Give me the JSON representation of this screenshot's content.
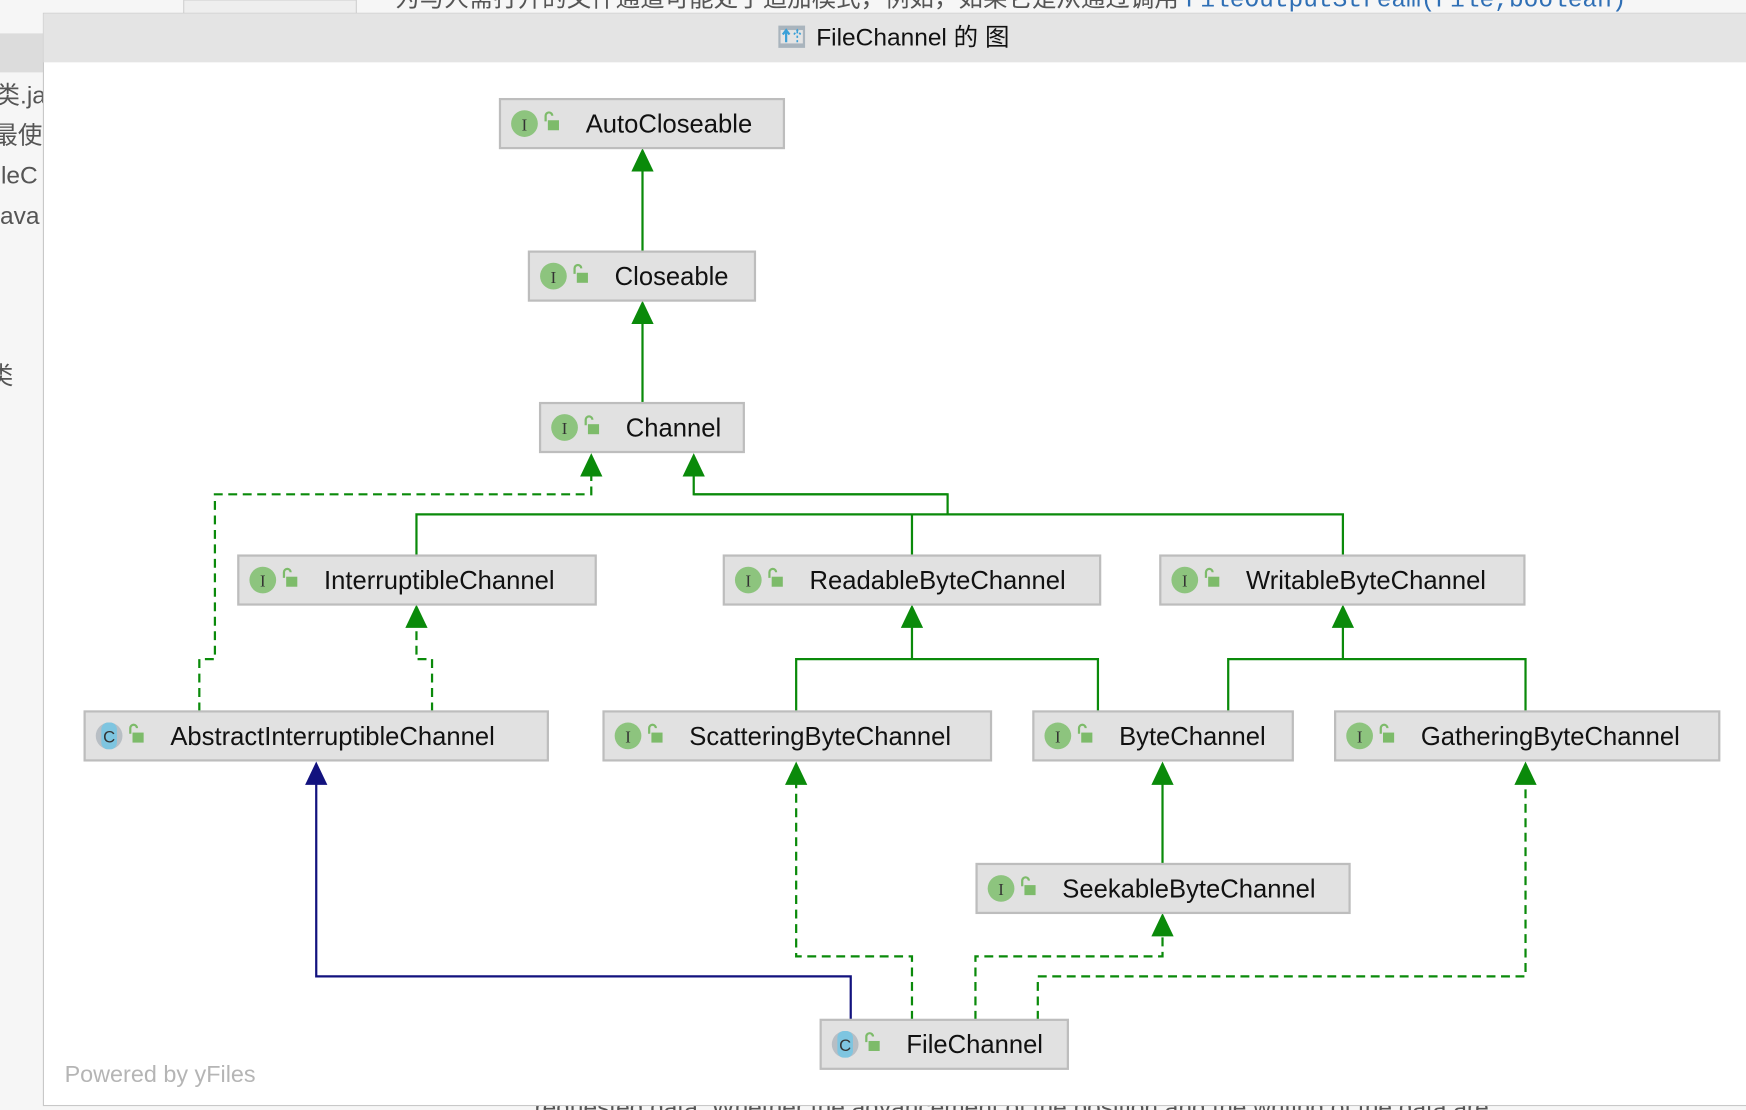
{
  "window": {
    "title": "FileChannel 的 图",
    "title_icon": "diagram-icon",
    "footer": "Powered by yFiles"
  },
  "background": {
    "top_text": "为与人需打开的文件通道可能处于追加模式，例如，如果它是从通过调用 ",
    "top_code": "FileOutputStream(File,boolean)",
    "bottom_text": "requested data. Whether the advancement of the position and the writing of the data are",
    "left_lines": [
      "类.jav",
      "最使用",
      "ileC",
      "ava",
      "类"
    ]
  },
  "colors": {
    "inheritance": "#0a8a0a",
    "class_extends": "#12127e",
    "node_fill": "#e1e1e1",
    "interface_badge": "#8dc47e",
    "class_badge": "#7ec5e0"
  },
  "nodes": [
    {
      "id": "autocloseable",
      "name": "AutoCloseable",
      "kind": "I"
    },
    {
      "id": "closeable",
      "name": "Closeable",
      "kind": "I"
    },
    {
      "id": "channel",
      "name": "Channel",
      "kind": "I"
    },
    {
      "id": "interruptiblechannel",
      "name": "InterruptibleChannel",
      "kind": "I"
    },
    {
      "id": "readablebytechannel",
      "name": "ReadableByteChannel",
      "kind": "I"
    },
    {
      "id": "writablebytechannel",
      "name": "WritableByteChannel",
      "kind": "I"
    },
    {
      "id": "abstractinterruptiblechannel",
      "name": "AbstractInterruptibleChannel",
      "kind": "C"
    },
    {
      "id": "scatteringbytechannel",
      "name": "ScatteringByteChannel",
      "kind": "I"
    },
    {
      "id": "bytechannel",
      "name": "ByteChannel",
      "kind": "I"
    },
    {
      "id": "gatheringbytechannel",
      "name": "GatheringByteChannel",
      "kind": "I"
    },
    {
      "id": "seekablebytechannel",
      "name": "SeekableByteChannel",
      "kind": "I"
    },
    {
      "id": "filechannel",
      "name": "FileChannel",
      "kind": "C"
    }
  ]
}
